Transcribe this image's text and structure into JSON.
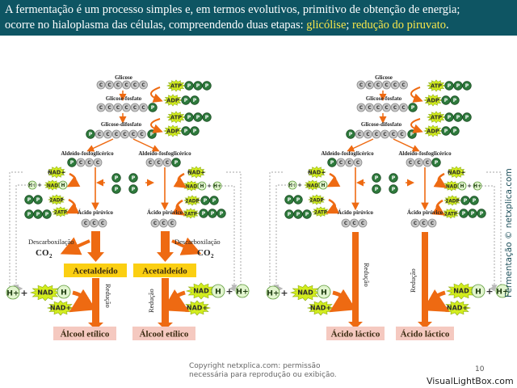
{
  "header": {
    "line1": "A fermentação é um processo simples e, em termos evolutivos, primitivo de obtenção de energia;",
    "line2_prefix": "ocorre no hialoplasma das células, compreendendo duas etapas: ",
    "line2_hl1": "glicólise",
    "line2_sep": "; ",
    "line2_hl2": "redução do piruvato",
    "line2_end": "."
  },
  "diagram": {
    "left": {
      "glicose": "Glicose",
      "glicose_fosfato": "Glicose-fosfato",
      "glicose_difosfato": "Glicose-difosfato",
      "aldeido_left": "Aldeído-fosfoglicérico",
      "aldeido_right": "Aldeído-fosfoglicérico",
      "acido_left": "Ácido pirúvico",
      "acido_right": "Ácido pirúvico",
      "descarb_left": "Descarboxilação",
      "descarb_right": "Descarboxilação",
      "co2_left": "CO",
      "co2_right": "CO",
      "co2_sub": "2",
      "acetaldeido_left": "Acetaldeído",
      "acetaldeido_right": "Acetaldeído",
      "reducao_left": "Redução",
      "reducao_right": "Redução",
      "alcool_left": "Álcool etílico",
      "alcool_right": "Álcool etílico"
    },
    "right": {
      "glicose": "Glicose",
      "glicose_fosfato": "Glicose-fosfato",
      "glicose_difosfato": "Glicose-difosfato",
      "aldeido_left": "Aldeído-fosfoglicérico",
      "aldeido_right": "Aldeído-fosfoglicérico",
      "acido_left": "Ácido pirúvico",
      "acido_right": "Ácido pirúvico",
      "reducao_left": "Redução",
      "reducao_right": "Redução",
      "lactico_left": "Ácido láctico",
      "lactico_right": "Ácido láctico"
    },
    "labels": {
      "C": "C",
      "P": "P",
      "ATP": "ATP",
      "ADP": "ADP",
      "NAD_plus": "NAD+",
      "NAD": "NAD",
      "H": "H",
      "H_plus": "H+",
      "plus": "+",
      "two_adp": "2ADP",
      "two_atp": "2ATP"
    }
  },
  "footer": {
    "copyright_line1": "Copyright netxplica.com: permissão",
    "copyright_line2": "necessária para reprodução ou exibição.",
    "page_number": "10",
    "brand": "VisualLightBox.com",
    "vertical_credit": "Fermentação © netxplica.com"
  },
  "colors": {
    "header_bg": "#0e5563",
    "highlight": "#f7e64a",
    "carbon": "#c7c7c7",
    "phosphate": "#2e7a3c",
    "starburst": "#d2ec1e",
    "arrow": "#ee6a12",
    "product_box": "#fbcf12",
    "final_box": "#f5c9c0"
  }
}
